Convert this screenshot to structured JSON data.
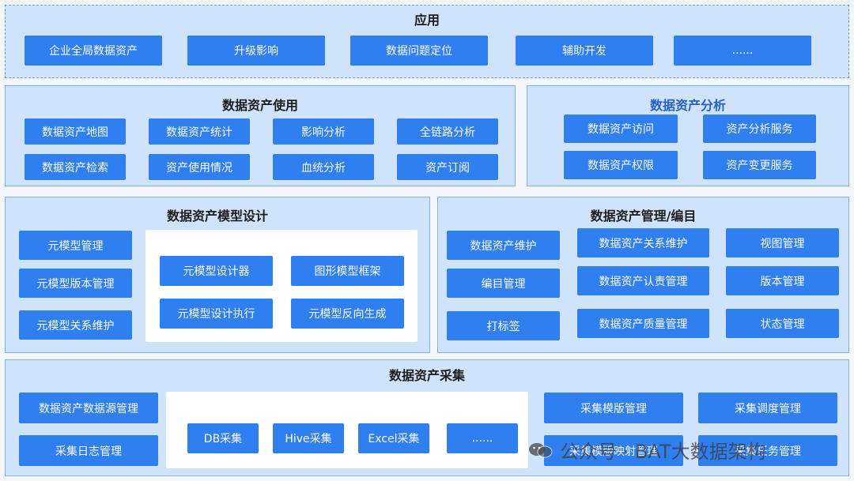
{
  "app_layer": {
    "title": "应用",
    "items": [
      "企业全局数据资产",
      "升级影响",
      "数据问题定位",
      "辅助开发",
      "......"
    ]
  },
  "usage": {
    "title": "数据资产使用",
    "items": [
      "数据资产地图",
      "数据资产统计",
      "影响分析",
      "全链路分析",
      "数据资产检索",
      "资产使用情况",
      "血统分析",
      "资产订阅"
    ]
  },
  "analysis": {
    "title": "数据资产分析",
    "items": [
      "数据资产访问",
      "资产分析服务",
      "数据资产权限",
      "资产变更服务"
    ]
  },
  "model_design": {
    "title": "数据资产模型设计",
    "left_items": [
      "元模型管理",
      "元模型版本管理",
      "元模型关系维护"
    ],
    "inner_items": [
      "元模型设计器",
      "图形模型框架",
      "元模型设计执行",
      "元模型反向生成"
    ]
  },
  "management": {
    "title": "数据资产管理/编目",
    "items": [
      "数据资产维护",
      "数据资产关系维护",
      "视图管理",
      "编目管理",
      "数据资产认责管理",
      "版本管理",
      "打标签",
      "数据资产质量管理",
      "状态管理"
    ]
  },
  "collection": {
    "title": "数据资产采集",
    "left_items": [
      "数据资产数据源管理",
      "采集日志管理"
    ],
    "inner_items": [
      "DB采集",
      "Hive采集",
      "Excel采集",
      "......"
    ],
    "right_items": [
      "采集模版管理",
      "采集调度管理",
      "采集模版映射管理",
      "采集任务管理"
    ]
  },
  "watermark": "公众号 · BAT大数据架构"
}
